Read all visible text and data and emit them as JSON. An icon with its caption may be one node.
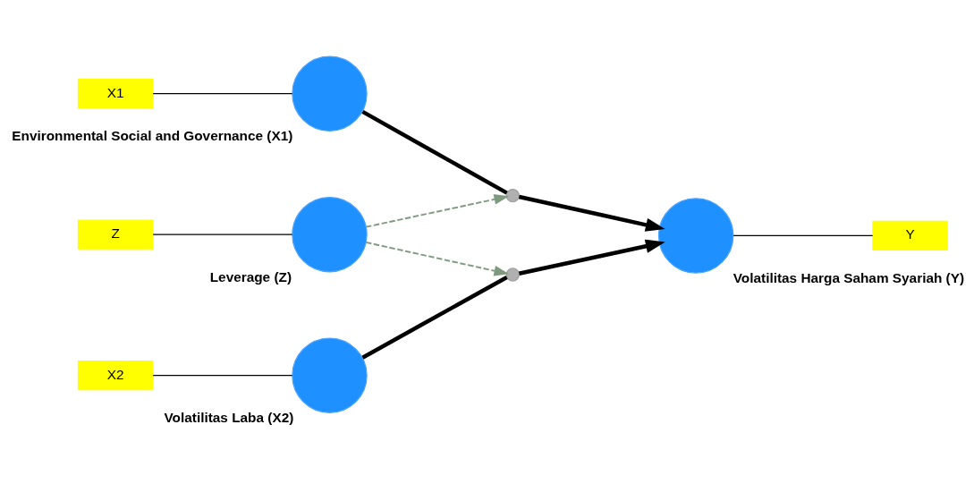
{
  "diagram": {
    "nodes": [
      {
        "text": [
          "X1"
        ]
      },
      {
        "text": [
          "Environmental Social and Governance (X1)"
        ]
      },
      {
        "text": [],
        "shape": "circle"
      },
      {
        "text": [
          "Volatilitas Harga Saham Syariah (Y)"
        ]
      },
      {
        "text": [
          "Y"
        ]
      },
      {
        "text": [],
        "shape": "circle"
      },
      {
        "text": [
          "X2"
        ]
      },
      {
        "text": [
          "Volatilitas Laba (X2)"
        ]
      },
      {
        "text": [
          "Leverage (Z)"
        ]
      },
      {
        "text": [
          "Z"
        ]
      }
    ],
    "edges": [
      {
        "from": 0,
        "to": 1,
        "arrow": "none"
      },
      {
        "from": 1,
        "to": 2,
        "arrow": "none",
        "style": "thick"
      },
      {
        "from": 2,
        "to": 3,
        "arrow": "to",
        "style": "thick"
      },
      {
        "from": 3,
        "to": 4,
        "arrow": "none"
      },
      {
        "from": 6,
        "to": 7,
        "arrow": "none"
      },
      {
        "from": 7,
        "to": 5,
        "arrow": "none",
        "style": "thick"
      },
      {
        "from": 5,
        "to": 3,
        "arrow": "to",
        "style": "thick"
      },
      {
        "from": 8,
        "to": 2,
        "arrow": "to",
        "style": "dashed",
        "color": "#7f9a7f"
      },
      {
        "from": 8,
        "to": 5,
        "arrow": "to",
        "style": "dashed",
        "color": "#7f9a7f"
      },
      {
        "from": 8,
        "to": 9,
        "arrow": "none"
      }
    ]
  }
}
